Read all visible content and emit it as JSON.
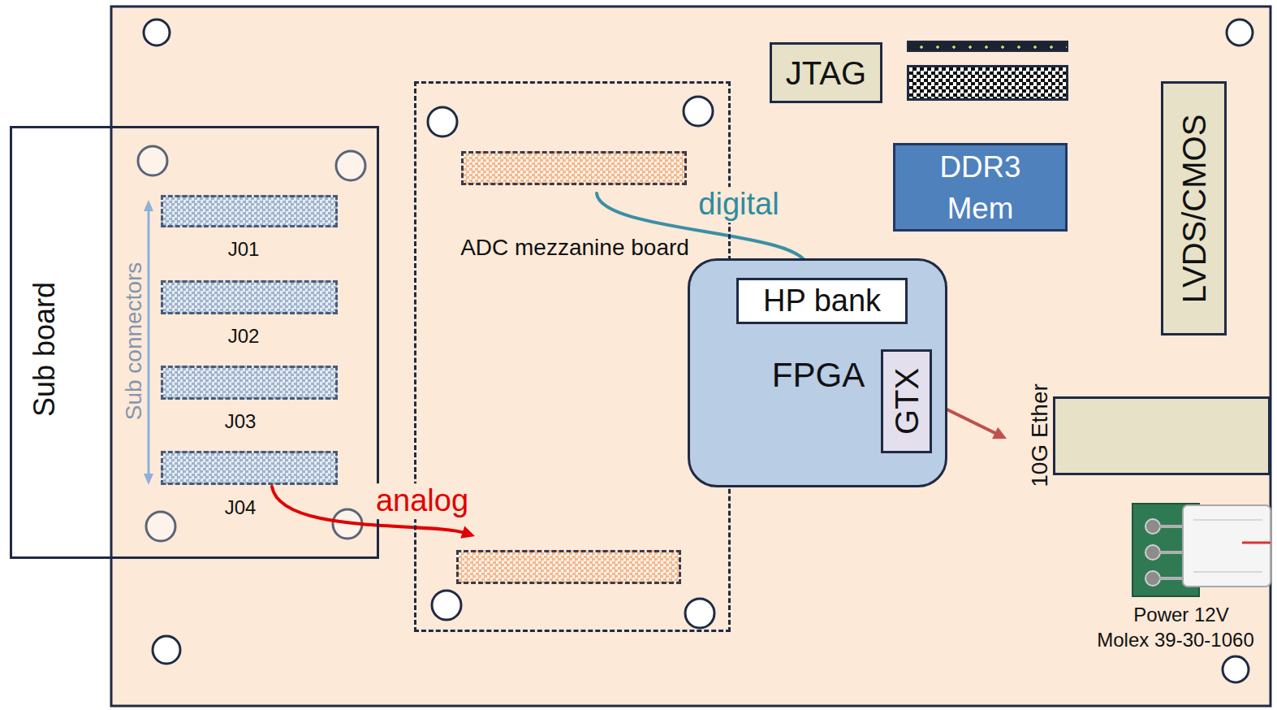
{
  "diagram": {
    "nodes": [
      {
        "text": [
          "Sub board"
        ]
      },
      {
        "text": [
          "J01"
        ],
        "in": 0
      },
      {
        "text": [
          "J02"
        ],
        "in": 0
      },
      {
        "text": [
          "J03"
        ],
        "in": 0
      },
      {
        "text": [
          "J04"
        ],
        "in": 0
      },
      {
        "text": [
          "ADC mezzanine board"
        ]
      },
      {
        "text": [
          "JTAG"
        ]
      },
      {
        "text": [
          "DDR3 Mem"
        ]
      },
      {
        "text": [
          "FPGA"
        ]
      },
      {
        "text": [
          "HP bank"
        ],
        "in": 8
      },
      {
        "text": [
          "GTX"
        ],
        "in": 8
      },
      {
        "text": [
          "LVDS/CMOS"
        ]
      },
      {
        "text": [
          "10G Ether"
        ]
      },
      {
        "text": [
          "Power 12V",
          "Molex 39-30-1060"
        ]
      }
    ],
    "edges": [
      {
        "from": 4,
        "to": 5,
        "label": "analog",
        "arrow": "to"
      },
      {
        "from": 5,
        "to": 9,
        "label": "digital",
        "arrow": "to"
      },
      {
        "from": 10,
        "to": 12,
        "arrow": "to"
      }
    ],
    "labels": [
      "Sub connectors"
    ]
  }
}
